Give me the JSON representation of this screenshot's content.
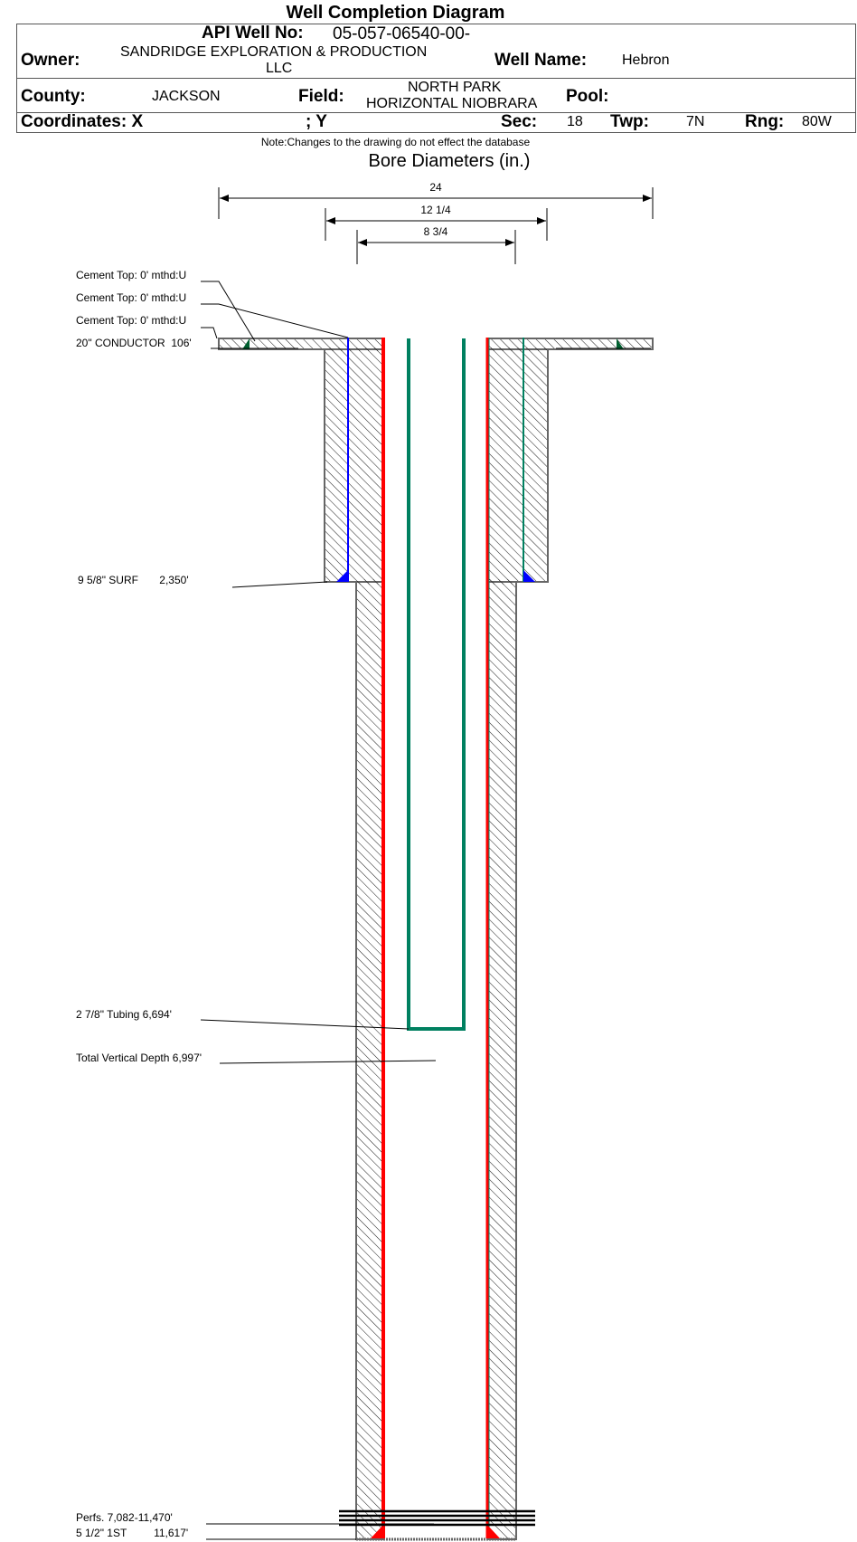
{
  "title": "Well Completion Diagram",
  "header": {
    "api_label": "API Well No:",
    "api_value": "05-057-06540-00-",
    "owner_label": "Owner:",
    "owner_value_line1": "SANDRIDGE EXPLORATION & PRODUCTION",
    "owner_value_line2": "LLC",
    "well_name_label": "Well Name:",
    "well_name_value": "Hebron",
    "county_label": "County:",
    "county_value": "JACKSON",
    "field_label": "Field:",
    "field_value_line1": "NORTH PARK",
    "field_value_line2": "HORIZONTAL NIOBRARA",
    "pool_label": "Pool:",
    "pool_value": "",
    "coord_x_label": "Coordinates: X",
    "coord_y_label": "; Y",
    "sec_label": "Sec:",
    "sec_value": "18",
    "twp_label": "Twp:",
    "twp_value": "7N",
    "rng_label": "Rng:",
    "rng_value": "80W"
  },
  "note": "Note:Changes to the drawing do not effect the database",
  "diagram": {
    "bore_title": "Bore Diameters (in.)",
    "bore_diameters": [
      "24",
      "12 1/4",
      "8 3/4"
    ],
    "labels": {
      "cement_top_1": "Cement Top: 0' mthd:U",
      "cement_top_2": "Cement Top: 0' mthd:U",
      "cement_top_3": "Cement Top: 0' mthd:U",
      "conductor": "20\" CONDUCTOR  106'",
      "surface": "9 5/8\" SURF       2,350'",
      "tubing": "2 7/8\" Tubing 6,694'",
      "tvd": "Total Vertical Depth 6,997'",
      "perfs": "Perfs. 7,082-11,470'",
      "production": "5 1/2\" 1ST         11,617'"
    },
    "colors": {
      "surface_casing": "#0000ff",
      "production_casing": "#ff0000",
      "tubing": "#008060",
      "cement_conductor": "#006030"
    }
  }
}
